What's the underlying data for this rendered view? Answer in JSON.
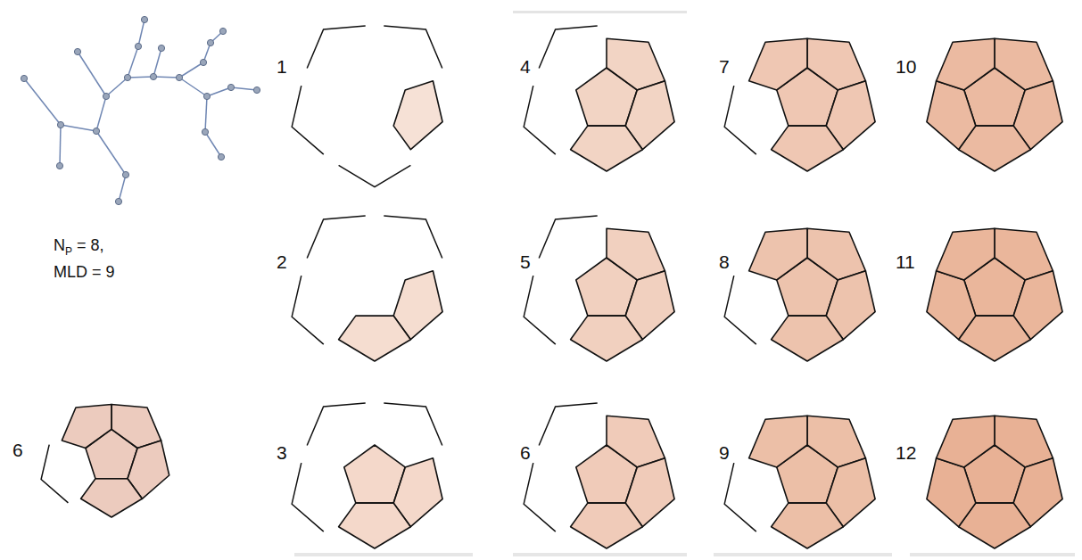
{
  "diagram": {
    "labels": [
      "1",
      "4",
      "7",
      "10",
      "N",
      "P",
      "= 8,",
      "MLD = 9",
      "2",
      "5",
      "8",
      "11",
      "6",
      "3",
      "6",
      "9",
      "12"
    ]
  }
}
